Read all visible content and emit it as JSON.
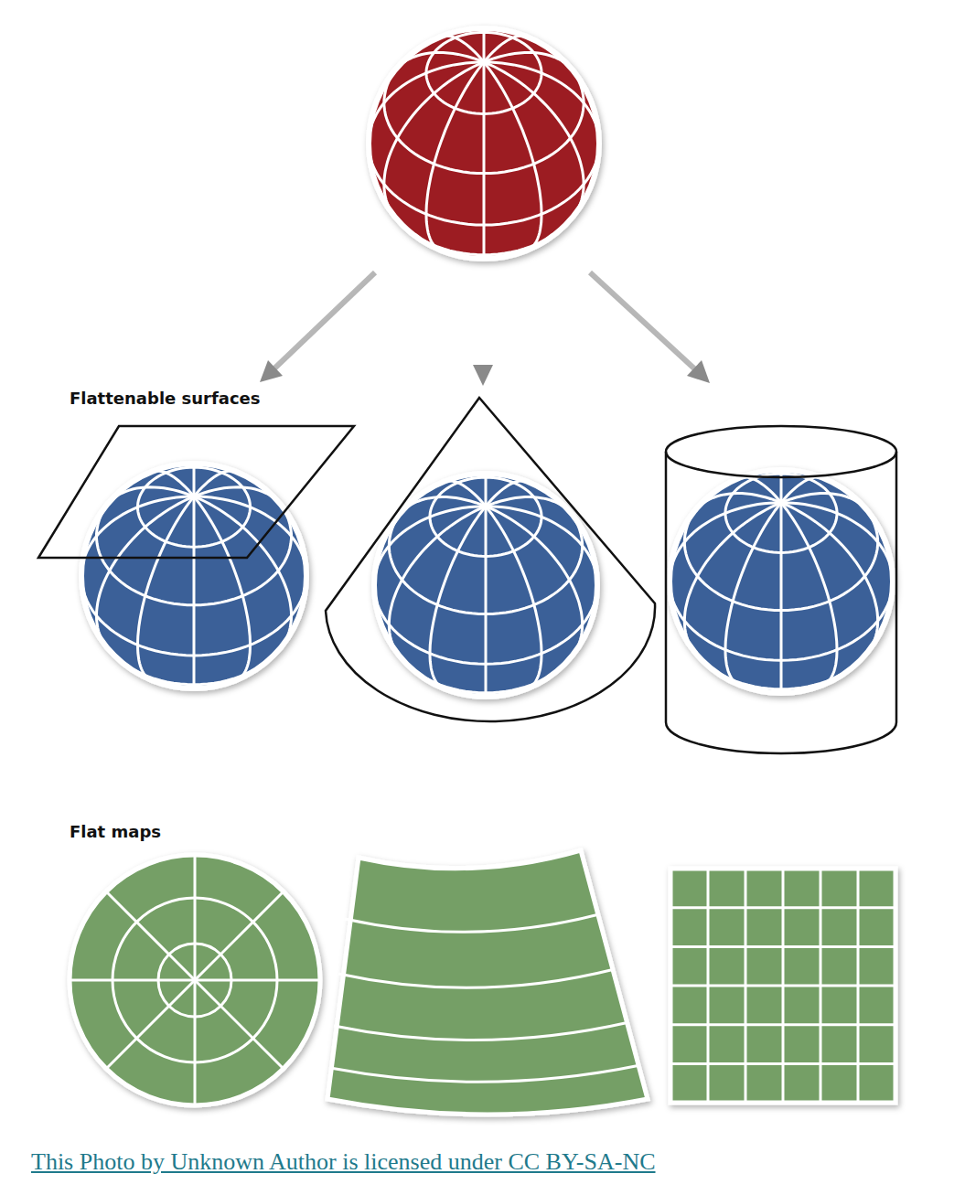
{
  "diagram": {
    "caption": "This Photo by Unknown Author is licensed under CC BY-SA-NC",
    "labels": [
      "Flattenable surfaces",
      "Flat maps"
    ]
  }
}
